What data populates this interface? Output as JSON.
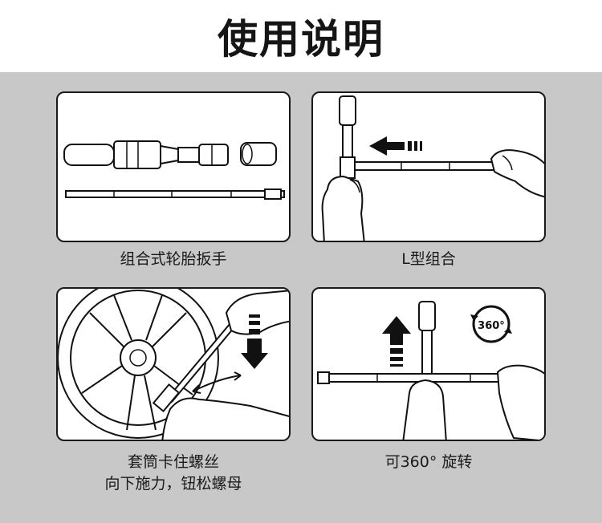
{
  "title": "使用说明",
  "steps": [
    {
      "caption": "组合式轮胎扳手"
    },
    {
      "caption": "L型组合"
    },
    {
      "caption_line1": "套筒卡住螺丝",
      "caption_line2": "向下施力，钮松螺母"
    },
    {
      "caption": "可360° 旋转"
    }
  ],
  "badge_360": "360°"
}
